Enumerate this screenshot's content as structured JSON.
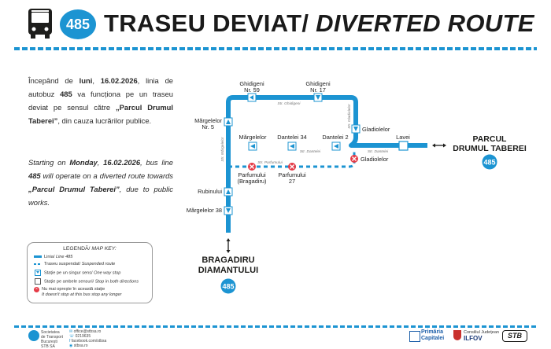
{
  "header": {
    "route_number": "485",
    "title_normal": "TRASEU DEVIAT/ ",
    "title_italic": "DIVERTED ROUTE"
  },
  "notice_ro": {
    "p1": "Începând de ",
    "day": "luni",
    "p2": ", ",
    "date": "16.02.2026",
    "p3": ", linia de autobuz ",
    "line": "485",
    "p4": " va funcționa pe un traseu deviat pe sensul către ",
    "dest": "„Parcul Drumul Taberei”",
    "p5": ", din cauza lucrărilor publice."
  },
  "notice_en": {
    "p1": "Starting on ",
    "day": "Monday",
    "p2": ", ",
    "date": "16.02.2026",
    "p3": ", bus line ",
    "line": "485",
    "p4": " will operate on a diverted route towards ",
    "dest": "„Parcul Drumul Taberei”",
    "p5": ", due to public works."
  },
  "map": {
    "stops": {
      "ghidigeni59": [
        "Ghidigeni",
        "Nr. 59"
      ],
      "ghidigeni17": [
        "Ghidigeni",
        "Nr. 17"
      ],
      "margelelor5": [
        "Mărgelelor",
        "Nr. 5"
      ],
      "margelelor": "Mărgelelor",
      "dantelei34": "Dantelei 34",
      "dantelei2": "Dantelei 2",
      "gladiolelor_top": "Gladiolelor",
      "lavei": "Lavei",
      "gladiolelor_bottom": "Gladiolelor",
      "parfumului_brag": [
        "Parfumului",
        "(Bragadiru)"
      ],
      "parfumului27": [
        "Parfumului",
        "27"
      ],
      "rubinului": "Rubinului",
      "margelelor38": "Mărgelelor 38"
    },
    "streets": {
      "ghidigeni": "Str. Ghidigeni",
      "margelelor": "Str. Mărgelelor",
      "gladiolelor": "Str. Gladiolelor",
      "dantelei_a": "Str. Dantelei",
      "dantelei_b": "Str. Dantelei",
      "parfumului": "Str. Parfumului"
    },
    "terminals": {
      "east": [
        "PARCUL",
        "DRUMUL TABEREI"
      ],
      "east_route": "485",
      "south": [
        "BRAGADIRU",
        "DIAMANTULUI"
      ],
      "south_route": "485"
    },
    "colors": {
      "route": "#1c94d2",
      "suspended": "#1c94d2",
      "no_stop": "#e53b47"
    }
  },
  "legend": {
    "title_normal": "LEGENDĂ/ ",
    "title_italic": "MAP KEY:",
    "line_ro": "Linia/ ",
    "line_en": "Line 485",
    "suspended_ro": "Traseu suspendat/ ",
    "suspended_en": "Suspended route",
    "oneway_ro": "Stație pe un singur sens/ ",
    "oneway_en": "One way stop",
    "both_ro": "Stație pe ambele sensuri/ ",
    "both_en": "Stop in both directions",
    "nostop_ro": "Nu mai oprește în această stație",
    "nostop_en": "It doesn't stop at this bus stop any longer"
  },
  "footer": {
    "contact": [
      "office@stbsa.ro",
      "0219635",
      "facebook.com/stbsa",
      "stbsa.ro"
    ],
    "org": [
      "Societatea",
      "de Transport",
      "București",
      "STB SA"
    ],
    "primaria": [
      "Primăria",
      "Capitalei"
    ],
    "consiliul": [
      "Consiliul Județean",
      "ILFOV"
    ],
    "stb": "STB"
  }
}
